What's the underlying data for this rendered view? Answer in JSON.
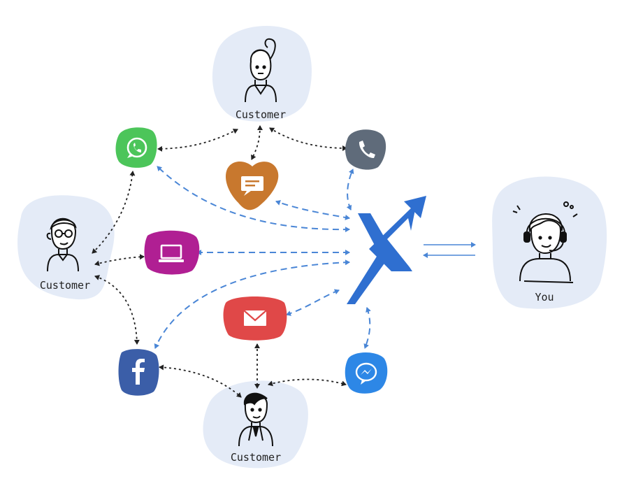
{
  "nodes": {
    "customer_top": {
      "label": "Customer"
    },
    "customer_left": {
      "label": "Customer"
    },
    "customer_bottom": {
      "label": "Customer"
    },
    "you": {
      "label": "You"
    }
  },
  "channels": [
    {
      "icon": "whatsapp-icon",
      "color": "#4cc55a"
    },
    {
      "icon": "phone-icon",
      "color": "#5f6b7a"
    },
    {
      "icon": "sms-chat-icon",
      "color": "#c8782e"
    },
    {
      "icon": "laptop-icon",
      "color": "#b01f93"
    },
    {
      "icon": "email-icon",
      "color": "#e04848"
    },
    {
      "icon": "facebook-icon",
      "color": "#3b5ea8"
    },
    {
      "icon": "messenger-icon",
      "color": "#2d87e6"
    }
  ],
  "colors": {
    "blob": "#e4ebf7",
    "hub": "#2f6fd0",
    "blue_arrow": "#4a86d6",
    "black_arrow": "#222222"
  }
}
